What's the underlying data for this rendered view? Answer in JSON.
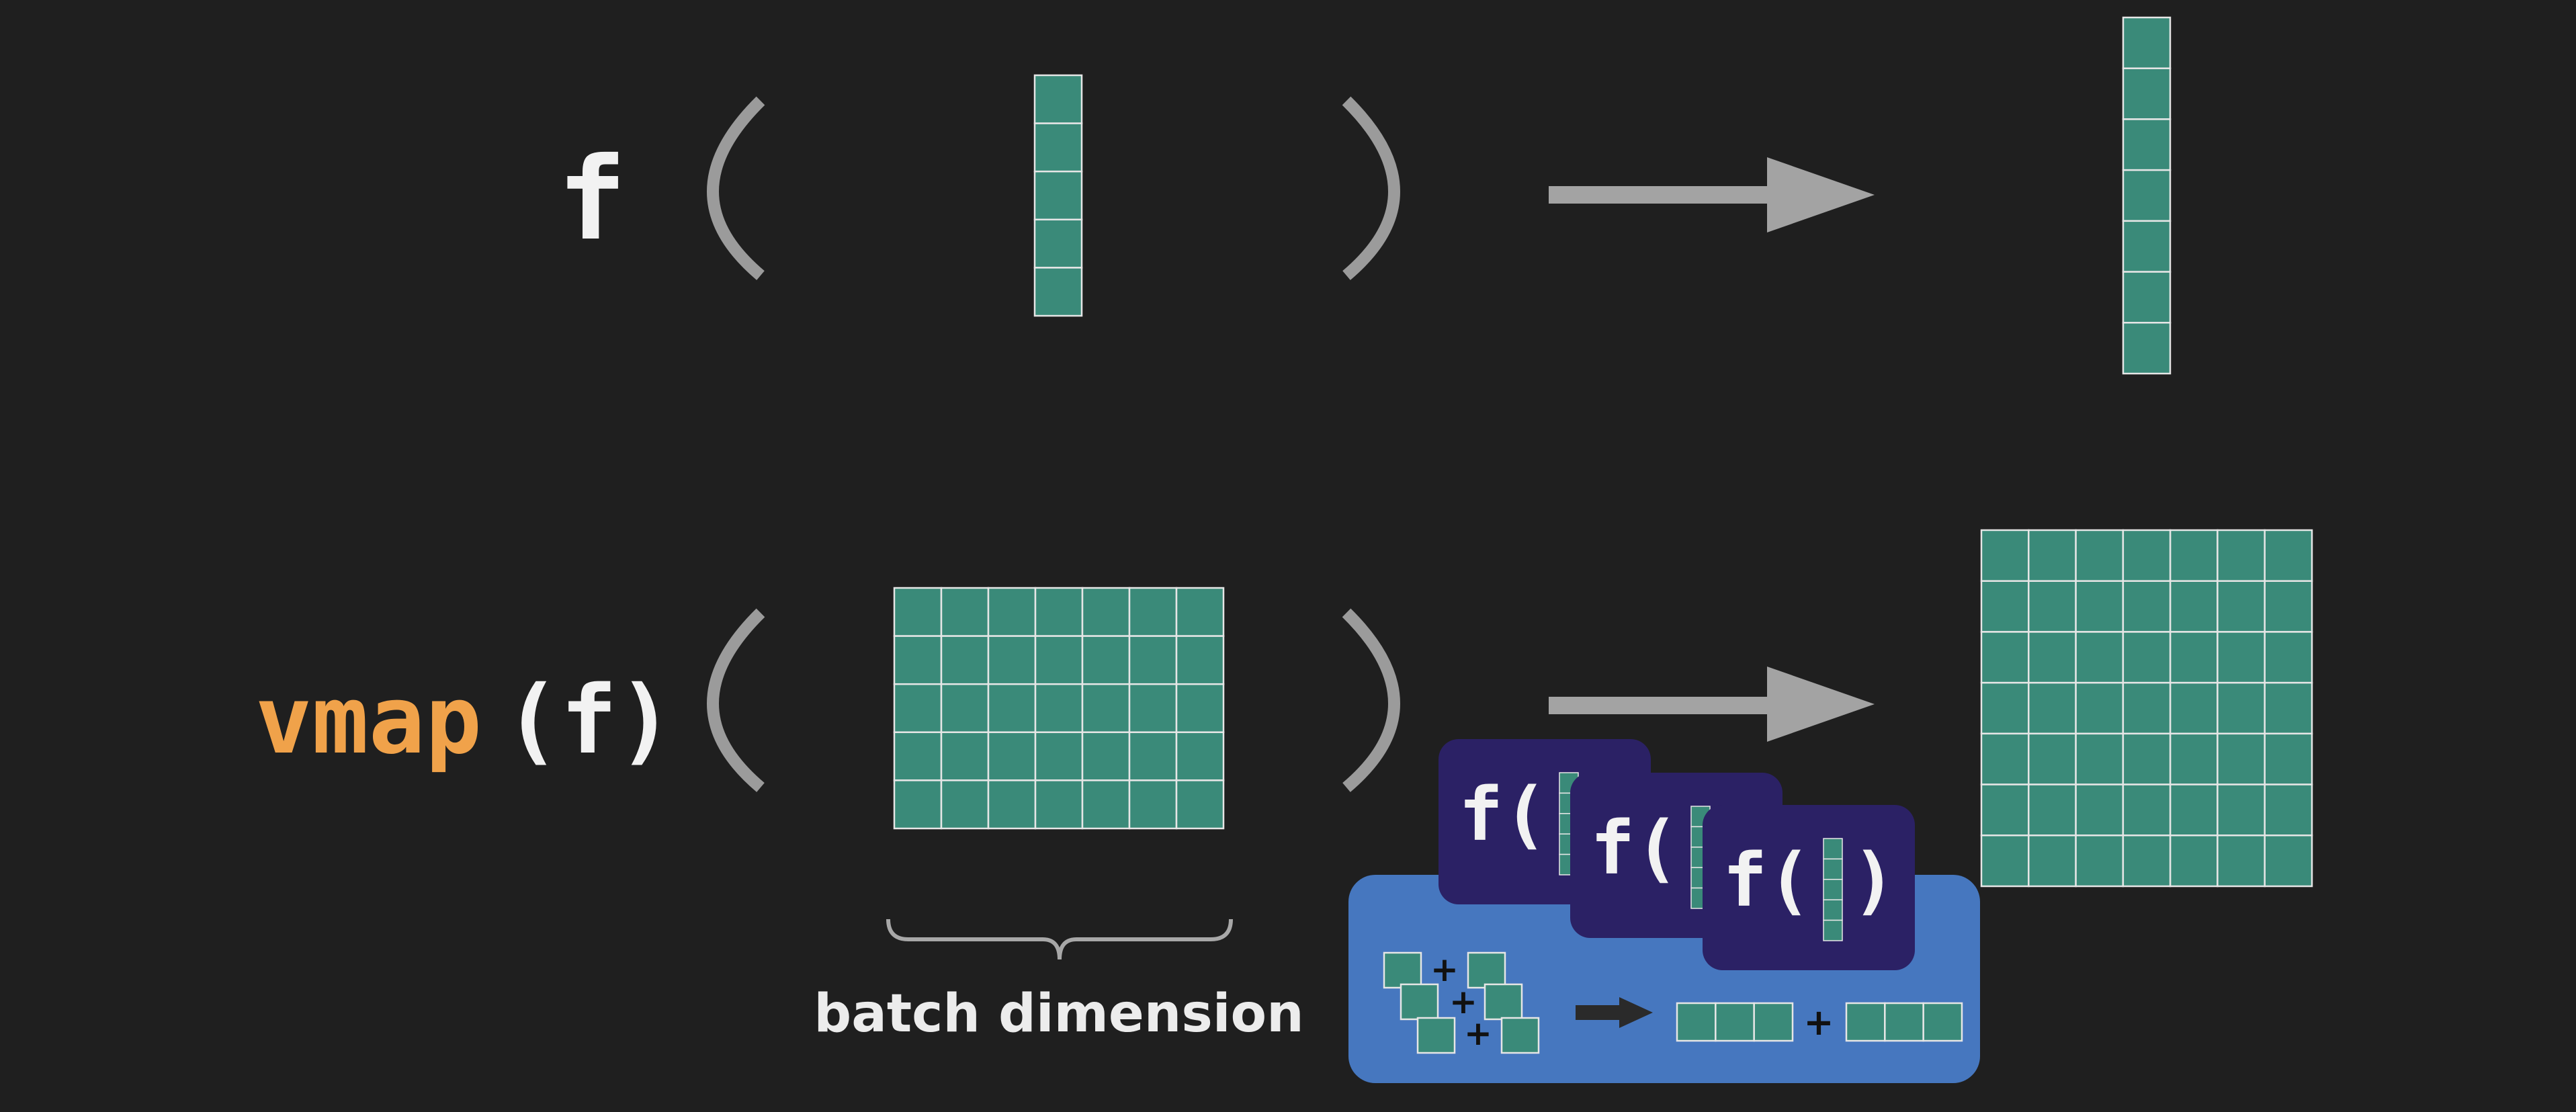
{
  "colors": {
    "background": "#1f1f1f",
    "teal_cell": "#3a8a79",
    "cell_border": "#e6e6e6",
    "paren_gray": "#9b9b9b",
    "arrow_gray": "#a3a3a3",
    "vmap_orange": "#f0a24a",
    "text_white": "#f2f2f2",
    "panel_blue": "#4677bf",
    "card_indigo": "#2b2165",
    "dark_arrow": "#2a2a2a"
  },
  "row1": {
    "func_label": "f",
    "left_paren": "(",
    "right_paren": ")",
    "input_vector_cells": 5,
    "output_vector_cells": 7
  },
  "row2": {
    "vmap_word": "vmap",
    "wrapped_func": "(f)",
    "left_paren": "(",
    "right_paren": ")",
    "input_matrix": {
      "rows": 5,
      "cols": 7
    },
    "output_matrix": {
      "rows": 7,
      "cols": 7
    },
    "brace_label": "batch dimension"
  },
  "inset": {
    "card_text": "f(",
    "card_close": ")",
    "plus": "+"
  }
}
